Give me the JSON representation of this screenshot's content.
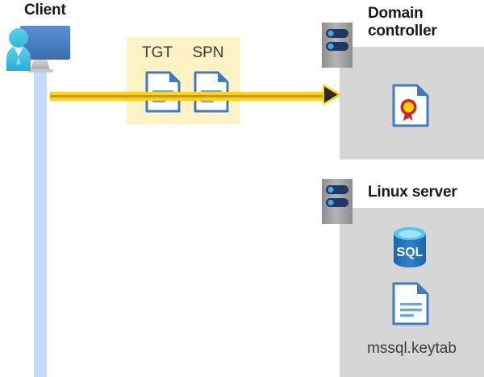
{
  "diagram": {
    "title_client": "Client",
    "title_domain_controller": "Domain controller",
    "title_domain_controller_line1": "Domain",
    "title_domain_controller_line2": "controller",
    "title_linux_server": "Linux server",
    "token_tgt": "TGT",
    "token_spn": "SPN",
    "keytab_filename": "mssql.keytab",
    "sql_icon_label": "SQL",
    "icons": {
      "client": "client-workstation-icon",
      "tgt_document": "document-icon",
      "spn_document": "document-icon",
      "certificate": "certificate-document-icon",
      "sql_database": "sql-database-icon",
      "keytab_document": "document-icon",
      "domain_controller_server": "server-tower-icon",
      "linux_server": "server-tower-icon",
      "arrow": "right-arrow-icon"
    },
    "colors": {
      "background": "#ffffff",
      "panel_gray": "#d6d6d6",
      "server_gray": "#9e9e9e",
      "highlight_yellow": "#fcf2c4",
      "arrow_yellow": "#ffd21e",
      "arrow_dark": "#2b2b2b",
      "lifeline_blue": "#c3dcfb",
      "document_blue": "#4a86c8",
      "monitor_blue": "#3f72b8",
      "person_cyan": "#40bfe0",
      "sql_blue": "#2372b9",
      "certificate_red": "#d42027",
      "certificate_yellow": "#ffd400",
      "title_text": "#1a1a1a",
      "label_text": "#3a3a3a"
    }
  }
}
